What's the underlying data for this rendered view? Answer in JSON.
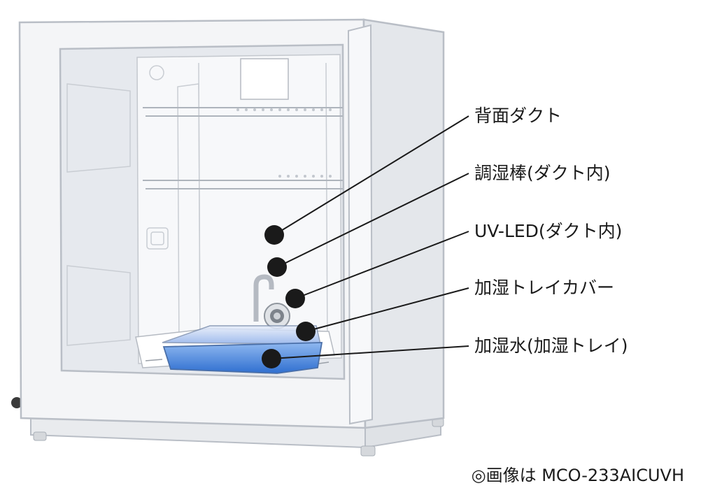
{
  "labels": [
    {
      "id": "back-duct",
      "text": "背面ダクト"
    },
    {
      "id": "humidity-rod",
      "text": "調湿棒(ダクト内)"
    },
    {
      "id": "uv-led",
      "text": "UV-LED(ダクト内)"
    },
    {
      "id": "tray-cover",
      "text": "加湿トレイカバー"
    },
    {
      "id": "humidifying-water",
      "text": "加湿水(加湿トレイ)"
    }
  ],
  "caption": "◎画像は MCO-233AICUVH",
  "colors": {
    "cabinet": "#f2f3f5",
    "cabinet_stroke": "#b9bec6",
    "water": "#3d7fd8",
    "marker": "#1a1a1a"
  }
}
